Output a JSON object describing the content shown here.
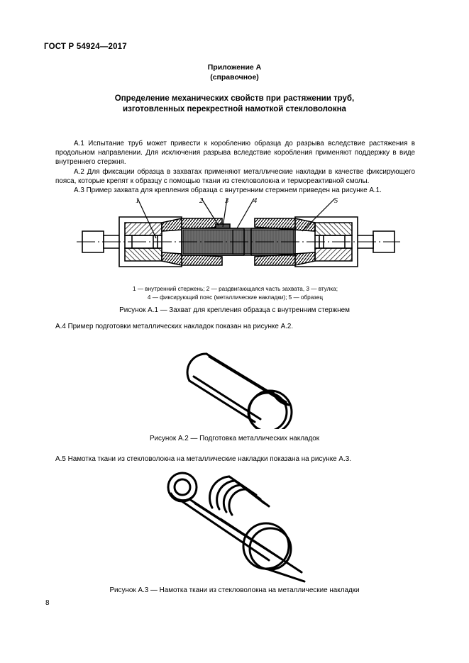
{
  "document": {
    "standard_number": "ГОСТ Р 54924—2017",
    "page_number": "8"
  },
  "annex": {
    "label": "Приложение А",
    "type": "(справочное)",
    "title_line1": "Определение механических свойств при растяжении труб,",
    "title_line2": "изготовленных перекрестной намоткой стекловолокна"
  },
  "paragraphs": {
    "a1": "А.1 Испытание труб может привести к короблению образца до разрыва вследствие растяжения в продольном направлении. Для исключения разрыва вследствие коробления применяют поддержку в виде внутреннего стержня.",
    "a2": "А.2 Для фиксации образца в захватах применяют металлические накладки в качестве фиксирующего пояса, которые крепят к образцу с помощью ткани из стекловолокна и термореактивной смолы.",
    "a3": "А.3 Пример захвата для крепления образца с внутренним стержнем приведен на рисунке А.1.",
    "a4": "А.4 Пример подготовки металлических накладок показан на рисунке А.2.",
    "a5": "А.5 Намотка ткани из стекловолокна на металлические накладки показана на рисунке А.3."
  },
  "figure_a1": {
    "callouts": [
      "1",
      "2",
      "3",
      "4",
      "5"
    ],
    "legend_line1": "1 — внутренний стержень; 2 — раздвигающаяся часть захвата, 3 — втулка;",
    "legend_line2": "4 — фиксирующий пояс (металлические накладки); 5 — образец",
    "caption": "Рисунок А.1 — Захват для крепления образца с внутренним стержнем"
  },
  "figure_a2": {
    "caption": "Рисунок А.2 — Подготовка металлических накладок"
  },
  "figure_a3": {
    "caption": "Рисунок А.3 — Намотка ткани из стекловолокна на металлические накладки"
  },
  "colors": {
    "ink": "#000000",
    "paper": "#ffffff",
    "specimen_gray": "#6b6b6b",
    "specimen_gray_light": "#8f8f8f"
  }
}
